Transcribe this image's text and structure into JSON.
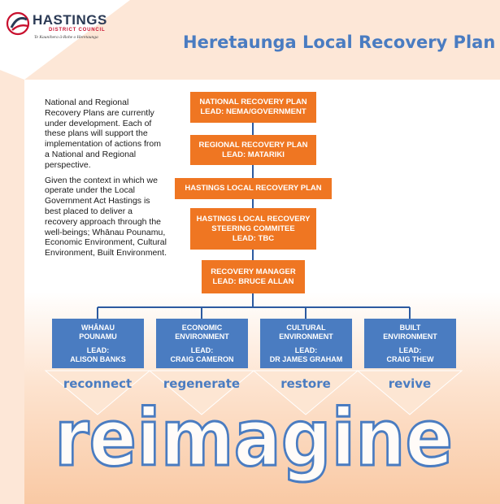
{
  "logo": {
    "name": "HASTINGS",
    "subtitle": "DISTRICT COUNCIL",
    "tagline": "Te Kaunihera ā-Rohe o Heretaunga"
  },
  "title": "Heretaunga Local Recovery Plan",
  "intro": {
    "paragraph1": "National and Regional Recovery Plans are currently under development. Each of these plans will support the implementation of actions from a National and Regional perspective.",
    "paragraph2": "Given the context in which we operate under the Local Government Act Hastings is best placed to deliver a recovery approach through the well-beings; Whānau Pounamu, Economic Environment, Cultural Environment, Built Environment."
  },
  "hierarchy": {
    "national": {
      "name": "NATIONAL RECOVERY PLAN",
      "lead": "LEAD: NEMA/GOVERNMENT"
    },
    "regional": {
      "name": "REGIONAL RECOVERY PLAN",
      "lead": "LEAD: MATARIKI"
    },
    "local": {
      "name": "HASTINGS LOCAL RECOVERY PLAN"
    },
    "steering": {
      "line1": "HASTINGS LOCAL RECOVERY",
      "line2": "STEERING COMMITEE",
      "lead": "LEAD: TBC"
    },
    "manager": {
      "name": "RECOVERY MANAGER",
      "lead": "LEAD: BRUCE ALLAN"
    }
  },
  "wellbeings": [
    {
      "line1": "WHĀNAU",
      "line2": "POUNAMU",
      "lead_label": "LEAD:",
      "lead": "ALISON BANKS",
      "verb": "reconnect"
    },
    {
      "line1": "ECONOMIC",
      "line2": "ENVIRONMENT",
      "lead_label": "LEAD:",
      "lead": "CRAIG CAMERON",
      "verb": "regenerate"
    },
    {
      "line1": "CULTURAL",
      "line2": "ENVIRONMENT",
      "lead_label": "LEAD:",
      "lead": "DR JAMES GRAHAM",
      "verb": "restore"
    },
    {
      "line1": "BUILT",
      "line2": "ENVIRONMENT",
      "lead_label": "LEAD:",
      "lead": "CRAIG THEW",
      "verb": "revive"
    }
  ],
  "footer_word": "reimagine",
  "colors": {
    "orange": "#ef7622",
    "blue": "#4a7cc1",
    "peach": "#fde7d7",
    "connector": "#2c5aa0"
  }
}
